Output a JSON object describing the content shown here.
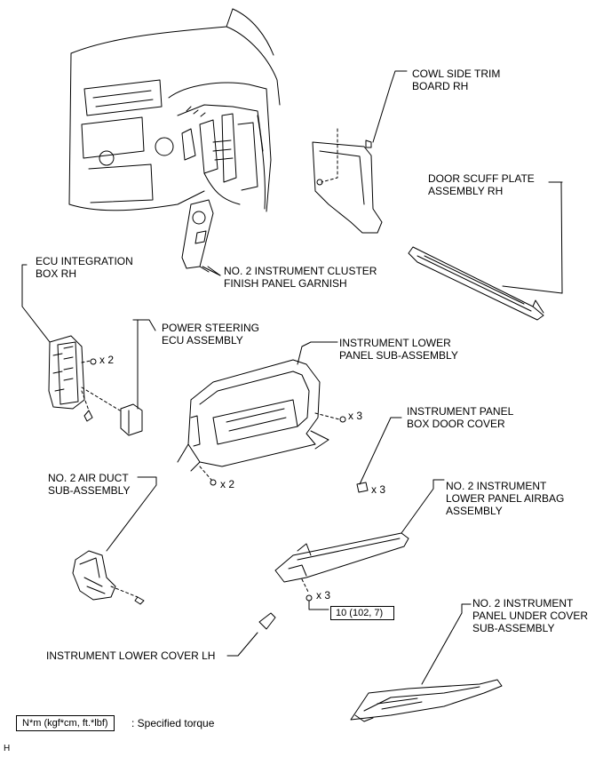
{
  "labels": {
    "cowl_side_trim": [
      "COWL SIDE TRIM",
      "BOARD RH"
    ],
    "door_scuff": [
      "DOOR SCUFF PLATE",
      "ASSEMBLY RH"
    ],
    "ecu_integration": [
      "ECU INTEGRATION",
      "BOX RH"
    ],
    "cluster_finish": [
      "NO. 2 INSTRUMENT CLUSTER",
      "FINISH PANEL GARNISH"
    ],
    "power_steering": [
      "POWER STEERING",
      "ECU ASSEMBLY"
    ],
    "lower_panel": [
      "INSTRUMENT LOWER",
      "PANEL SUB-ASSEMBLY"
    ],
    "box_door_cover": [
      "INSTRUMENT PANEL",
      "BOX DOOR COVER"
    ],
    "air_duct": [
      "NO. 2 AIR DUCT",
      "SUB-ASSEMBLY"
    ],
    "airbag": [
      "NO. 2 INSTRUMENT",
      "LOWER PANEL AIRBAG",
      "ASSEMBLY"
    ],
    "under_cover": [
      "NO. 2 INSTRUMENT",
      "PANEL UNDER COVER",
      "SUB-ASSEMBLY"
    ],
    "lower_cover_lh": "INSTRUMENT LOWER COVER LH"
  },
  "quantities": {
    "ecu_screws": "x 2",
    "lower_panel_right": "x 3",
    "lower_panel_bottom": "x 2",
    "box_door_cover": "x 3",
    "airbag_bolts": "x 3"
  },
  "torque_value": "10 (102, 7)",
  "legend": {
    "box_text": "N*m (kgf*cm, ft.*lbf)",
    "description": ": Specified torque"
  },
  "corner_mark": "H"
}
